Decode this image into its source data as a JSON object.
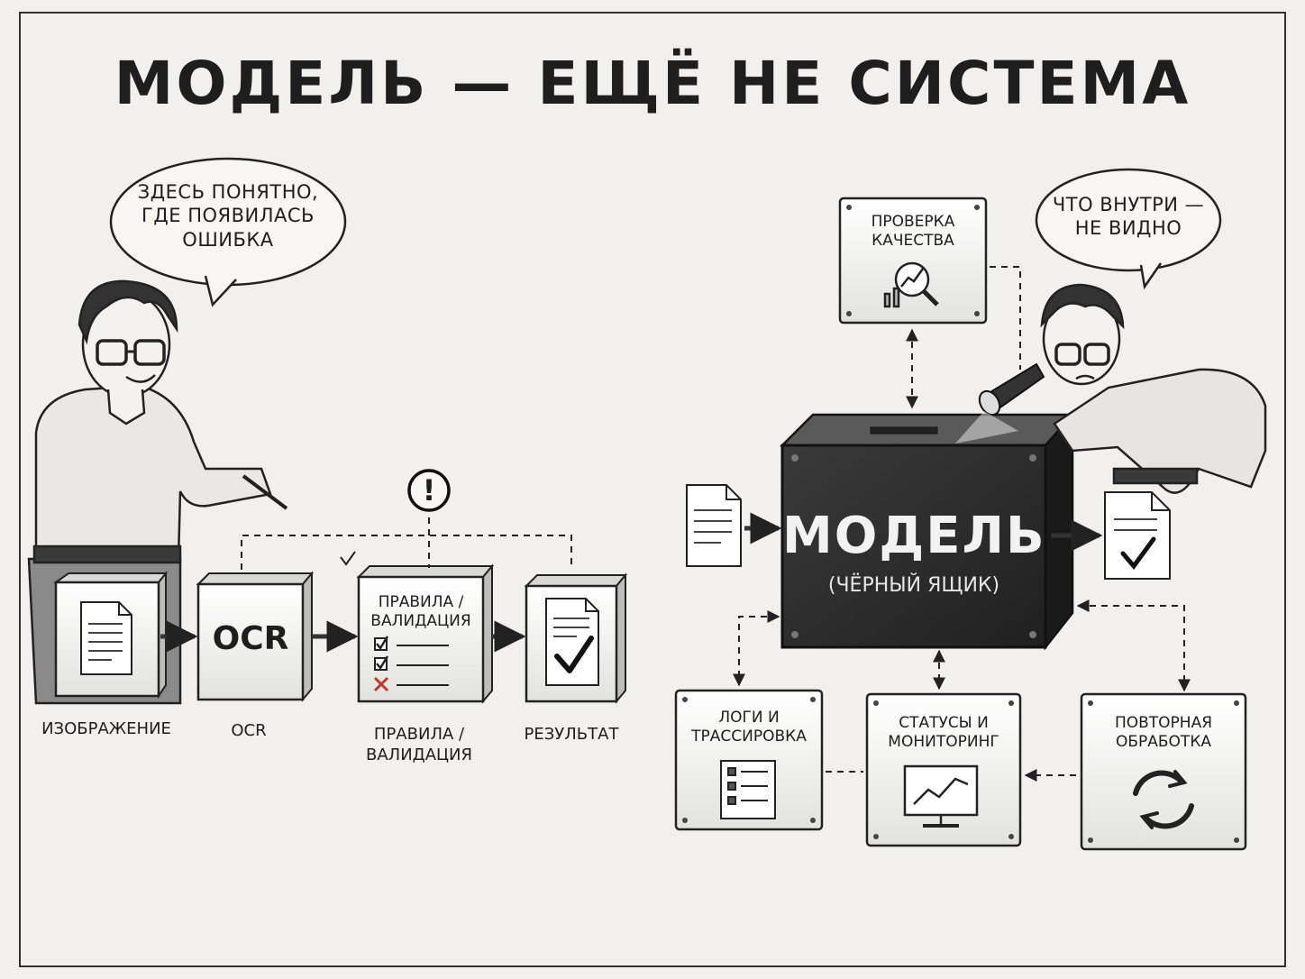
{
  "title": "Модель — ещё не система",
  "left": {
    "speech": [
      "Здесь понятно,",
      "где появилась",
      "ошибка"
    ],
    "ocr_box_text": "OCR",
    "rules_box_lines": [
      "Правила /",
      "валидация"
    ],
    "captions": {
      "image": "Изображение",
      "ocr": "OCR",
      "rules": [
        "Правила /",
        "валидация"
      ],
      "result": "Результат"
    },
    "alert_symbol": "!"
  },
  "right": {
    "speech": [
      "Что внутри —",
      "не видно"
    ],
    "model": "Модель",
    "model_sub": "(чёрный ящик)",
    "quality": [
      "Проверка",
      "качества"
    ],
    "logs": [
      "Логи и",
      "трассировка"
    ],
    "status": [
      "Статусы и",
      "мониторинг"
    ],
    "retry": [
      "Повторная",
      "обработка"
    ]
  },
  "icons": [
    "document-icon",
    "checklist-icon",
    "checkmark-icon",
    "error-x-icon",
    "alert-icon",
    "magnifier-chart-icon",
    "log-list-icon",
    "monitor-chart-icon",
    "refresh-icon",
    "flashlight-icon"
  ],
  "colors": {
    "paper": "#f1f0ed",
    "ink": "#1e1e1e",
    "blackbox": "#2b2b2b",
    "error": "#c0392b"
  }
}
